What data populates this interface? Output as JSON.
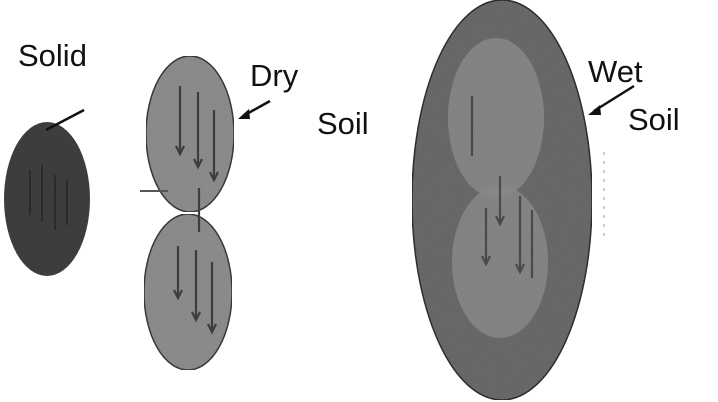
{
  "labels": {
    "solid": "Solid",
    "dry_line1": "Dry",
    "dry_line2": "Soil",
    "wet_line1": "Wet",
    "wet_line2": "Soil"
  },
  "colors": {
    "background": "#ffffff",
    "solid_fill": "#3f3f3f",
    "dry_fill": "#8e8e8e",
    "wet_outer_fill": "#6a6a6a",
    "wet_inner_fill": "#8c8c8c",
    "stroke": "#2a2a2a",
    "text": "#111111"
  }
}
